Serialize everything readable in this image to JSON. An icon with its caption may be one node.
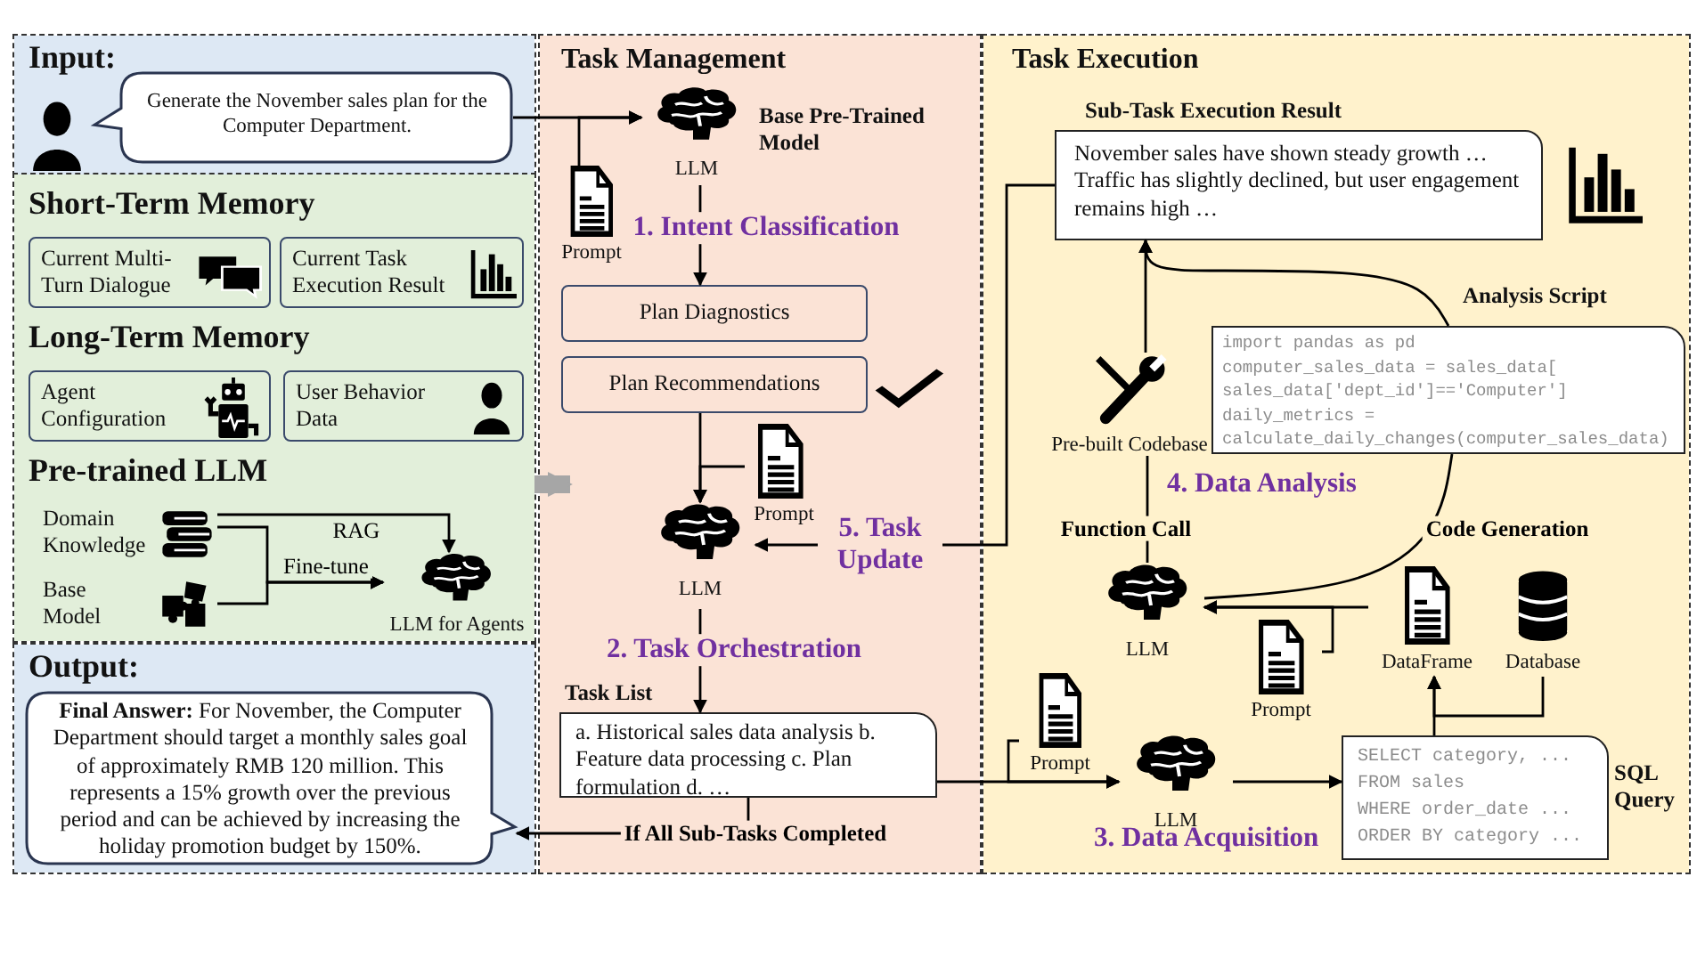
{
  "diagram": {
    "nodes": [
      {
        "text": [
          "Input:"
        ]
      },
      {
        "text": [
          "Generate the November sales plan for the Computer Department."
        ],
        "in": 0
      },
      {
        "text": [
          "Short-Term Memory",
          "Long-Term Memory",
          "Pre-trained LLM"
        ]
      },
      {
        "text": [
          "Current Multi-Turn Dialogue"
        ],
        "in": 2
      },
      {
        "text": [
          "Current Task Execution Result"
        ],
        "in": 2
      },
      {
        "text": [
          "Agent Configuration"
        ],
        "in": 2
      },
      {
        "text": [
          "User Behavior Data"
        ],
        "in": 2
      },
      {
        "text": [
          "Domain Knowledge"
        ],
        "in": 2
      },
      {
        "text": [
          "Base Model"
        ],
        "in": 2
      },
      {
        "text": [
          "LLM for Agents"
        ],
        "in": 2
      },
      {
        "text": [
          "Output:"
        ]
      },
      {
        "text": [
          "**Final Answer:** For November, the Computer Department should target a monthly sales goal of approximately RMB 120 million. This represents a 15% growth over the previous period and can be achieved by increasing the holiday promotion budget by 150%."
        ],
        "in": 10
      },
      {
        "text": [
          "Task Management"
        ]
      },
      {
        "text": [
          "LLM"
        ],
        "in": 12,
        "beside": [
          "Base Pre-Trained Model"
        ]
      },
      {
        "text": [
          "Prompt"
        ],
        "in": 12
      },
      {
        "text": [
          "Plan Diagnostics"
        ],
        "in": 12
      },
      {
        "text": [
          "Plan Recommendations"
        ],
        "in": 12
      },
      {
        "text": [
          "Prompt"
        ],
        "in": 12
      },
      {
        "text": [
          "LLM"
        ],
        "in": 12
      },
      {
        "text": [
          "Task List",
          "a. Historical sales data analysis b. Feature data processing c. Plan formulation d. …"
        ],
        "in": 12
      },
      {
        "text": [
          "Task Execution"
        ]
      },
      {
        "text": [
          "Sub-Task Execution Result",
          "November sales have shown steady growth … Traffic has slightly declined, but user engagement remains high …"
        ],
        "in": 20
      },
      {
        "text": [
          "Pre-built Codebase"
        ],
        "in": 20
      },
      {
        "text": [
          "Analysis Script",
          "import pandas as pd",
          "computer_sales_data = sales_data[",
          "sales_data['dept_id']=='Computer']",
          "daily_metrics =",
          "calculate_daily_changes(computer_sales_data)"
        ],
        "in": 20
      },
      {
        "text": [
          "LLM"
        ],
        "in": 20
      },
      {
        "text": [
          "Prompt"
        ],
        "in": 20
      },
      {
        "text": [
          "DataFrame"
        ],
        "in": 20
      },
      {
        "text": [
          "Database"
        ],
        "in": 20
      },
      {
        "text": [
          "Prompt"
        ],
        "in": 20
      },
      {
        "text": [
          "LLM"
        ],
        "in": 20
      },
      {
        "text": [
          "SELECT category, ...",
          "FROM sales",
          "WHERE order_date ...",
          "ORDER BY category ..."
        ],
        "in": 20,
        "beside": [
          "SQL Query"
        ]
      }
    ],
    "edges": [
      {
        "from": 1,
        "to": 13,
        "arrow": "to"
      },
      {
        "from": 14,
        "to": 13,
        "arrow": "to"
      },
      {
        "from": 13,
        "to": 15,
        "arrow": "to",
        "label": "1. Intent Classification"
      },
      {
        "from": 16,
        "to": 18,
        "arrow": "to"
      },
      {
        "from": 17,
        "to": 18,
        "arrow": "to"
      },
      {
        "from": 18,
        "to": 19,
        "arrow": "to",
        "label": "2. Task Orchestration"
      },
      {
        "from": 19,
        "to": 11,
        "arrow": "to",
        "label": "If All Sub-Tasks Completed"
      },
      {
        "from": 2,
        "to": 12,
        "arrow": "to",
        "style": "thick",
        "color": "#a6a6a6"
      },
      {
        "from": 7,
        "to": 9,
        "arrow": "to",
        "label": "RAG"
      },
      {
        "from": 7,
        "to": 9,
        "arrow": "to",
        "label": "Fine-tune"
      },
      {
        "from": 8,
        "to": 9,
        "arrow": "to"
      },
      {
        "from": 21,
        "to": 18,
        "arrow": "to",
        "label": "5. Task Update"
      },
      {
        "from": 22,
        "to": 21,
        "arrow": "to"
      },
      {
        "from": 23,
        "to": 21,
        "arrow": "to"
      },
      {
        "from": 24,
        "to": 22,
        "arrow": "none",
        "label": "Function Call"
      },
      {
        "from": 24,
        "to": 23,
        "arrow": "none",
        "label": "Code Generation"
      },
      {
        "from": 19,
        "to": 29,
        "arrow": "to"
      },
      {
        "from": 28,
        "to": 29,
        "arrow": "to"
      },
      {
        "from": 29,
        "to": 30,
        "arrow": "to"
      },
      {
        "from": 30,
        "to": 26,
        "arrow": "to"
      },
      {
        "from": 27,
        "to": 26,
        "arrow": "to"
      },
      {
        "from": 26,
        "to": 24,
        "arrow": "to"
      },
      {
        "from": 25,
        "to": 24,
        "arrow": "to"
      }
    ],
    "labels": [
      "4. Data Analysis",
      "3. Data Acquisition"
    ]
  }
}
